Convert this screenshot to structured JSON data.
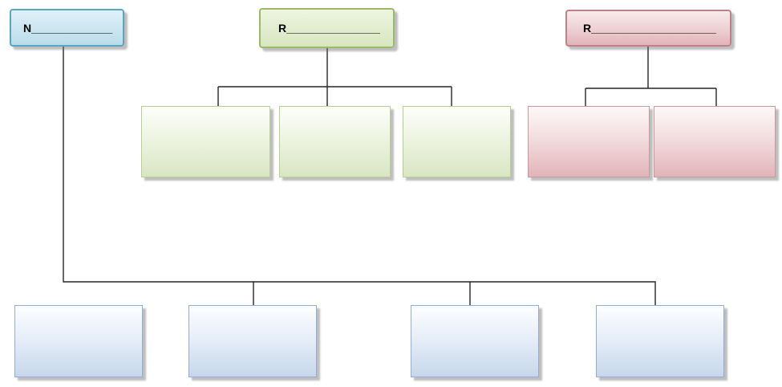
{
  "diagram": {
    "type": "org-chart-graphic-organizer",
    "background": "#ffffff",
    "trees": [
      {
        "name": "blue-tree",
        "root_label": "N_____________",
        "children_labels": [
          "",
          "",
          "",
          ""
        ]
      },
      {
        "name": "green-tree",
        "root_label": "R_______________",
        "children_labels": [
          "",
          "",
          ""
        ]
      },
      {
        "name": "pink-tree",
        "root_label": "R____________________",
        "children_labels": [
          "",
          ""
        ]
      }
    ],
    "colors": {
      "blue-header": {
        "border": "#58a6c2",
        "fill-top": "#e0f1f8",
        "fill-bottom": "#b9dcea"
      },
      "green-header": {
        "border": "#9cba66",
        "fill-top": "#eef5e1",
        "fill-bottom": "#d8e6c0"
      },
      "pink-header": {
        "border": "#c0808a",
        "fill-top": "#f8eaeb",
        "fill-bottom": "#e2b3b8"
      },
      "green-child": {
        "border": "#b8cf92",
        "fill-top": "#fdfefb",
        "fill-bottom": "#d9e6c2"
      },
      "pink-child": {
        "border": "#cc98a0",
        "fill-top": "#fdf8f8",
        "fill-bottom": "#e2b4b9"
      },
      "blue-child": {
        "border": "#94add6",
        "fill-top": "#fdfeff",
        "fill-bottom": "#c7d7eb"
      },
      "line": {
        "stroke": "#262626"
      }
    }
  }
}
